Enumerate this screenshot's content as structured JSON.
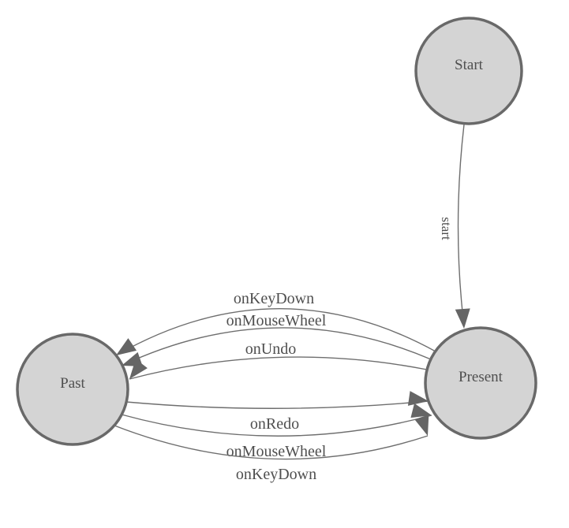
{
  "diagram_type": "state-machine",
  "colors": {
    "background": "#ffffff",
    "node_fill": "#d4d4d4",
    "node_stroke": "#696969",
    "edge_stroke": "#6e6e6e",
    "arrow_fill": "#656565",
    "text": "#4f4f4f"
  },
  "nodes": [
    {
      "id": "start",
      "label": "Start"
    },
    {
      "id": "present",
      "label": "Present"
    },
    {
      "id": "past",
      "label": "Past"
    }
  ],
  "edges": [
    {
      "from": "Start",
      "to": "Present",
      "label": "start"
    },
    {
      "from": "Present",
      "to": "Past",
      "label": "onKeyDown"
    },
    {
      "from": "Present",
      "to": "Past",
      "label": "onMouseWheel"
    },
    {
      "from": "Present",
      "to": "Past",
      "label": "onUndo"
    },
    {
      "from": "Past",
      "to": "Present",
      "label": "onRedo"
    },
    {
      "from": "Past",
      "to": "Present",
      "label": "onMouseWheel"
    },
    {
      "from": "Past",
      "to": "Present",
      "label": "onKeyDown"
    }
  ]
}
